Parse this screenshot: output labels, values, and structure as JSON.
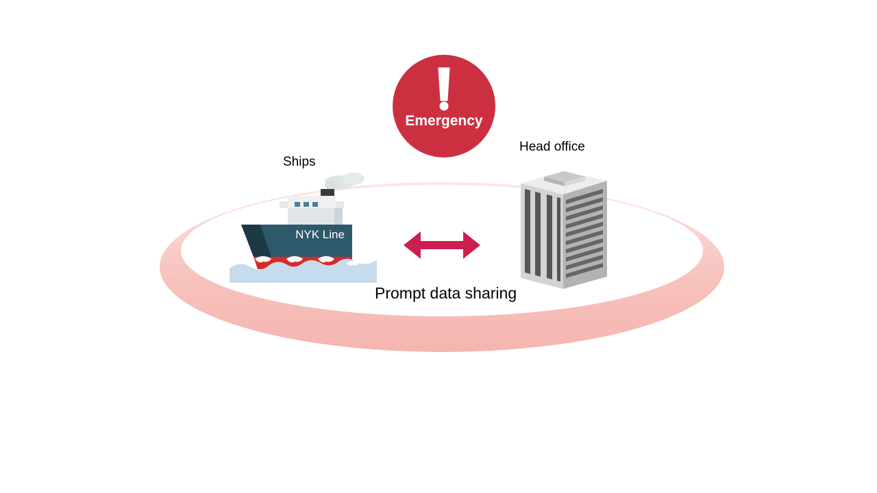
{
  "emergency": {
    "label": "Emergency",
    "color": "#cc3040"
  },
  "ship": {
    "label": "Ships",
    "hull_text": "NYK Line",
    "hull_color": "#2d5a6b",
    "stripe_color": "#d42a2a",
    "wave_color": "#c6dced"
  },
  "office": {
    "label": "Head office"
  },
  "link": {
    "label": "Prompt data sharing",
    "arrow_color": "#cc1f4f"
  },
  "ring": {
    "color": "#f5b8b3"
  }
}
